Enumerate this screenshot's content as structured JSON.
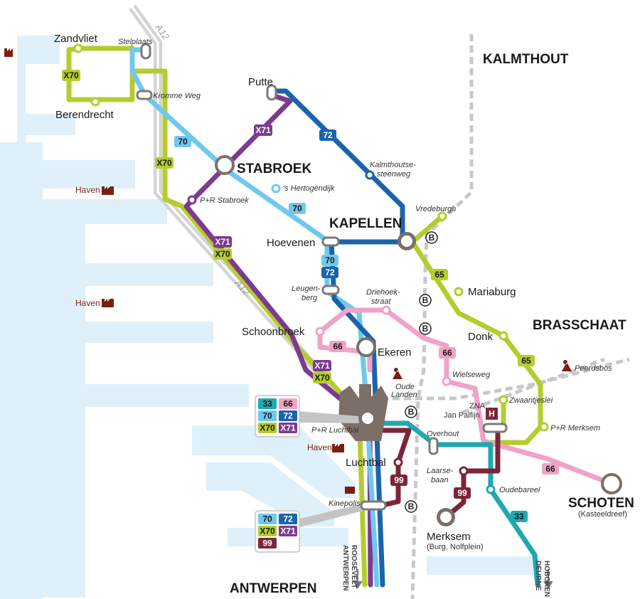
{
  "regions": {
    "kalmthout": "KALMTHOUT",
    "brasschaat": "BRASSCHAAT",
    "antwerpen": "ANTWERPEN"
  },
  "roads": {
    "a12_top": "A12",
    "a12_mid": "A12"
  },
  "haven": [
    "Haven",
    "Haven",
    "Haven"
  ],
  "stops": {
    "zandvliet": "Zandvliet",
    "berendrecht": "Berendrecht",
    "stelplaats": "Stelplaats",
    "kromme_weg": "Kromme Weg",
    "putte": "Putte",
    "stabroek": "STABROEK",
    "pr_stabroek": "P+R Stabroek",
    "hertogendijk": "'s Hertogendijk",
    "kalmthoutsesteenweg_1": "Kalmthoutse-",
    "kalmthoutsesteenweg_2": "steenweg",
    "kapellen": "KAPELLEN",
    "vredeburgh": "Vredeburgh",
    "hoevenen": "Hoevenen",
    "leugenberg_1": "Leugen-",
    "leugenberg_2": "berg",
    "driehoekstraat_1": "Driehoek-",
    "driehoekstraat_2": "straat",
    "mariaburg": "Mariaburg",
    "donk": "Donk",
    "schoonbroek": "Schoonbroek",
    "ekeren": "Ekeren",
    "peerdsbos": "Peerdsbos",
    "oude_landen_1": "Oude",
    "oude_landen_2": "Landen",
    "wielseweg": "Wielseweg",
    "zwaantjeslei": "Zwaantjeslei",
    "zna": "ZNA",
    "jan_palfijn": "Jan Palfijn",
    "pr_merksem": "P+R Merksem",
    "pr_luchtbal": "P+R Luchtbal",
    "haven_luchtbal": "Haven",
    "overhout": "Overhout",
    "luchtbal": "Luchtbal",
    "laarsebaan_1": "Laarse-",
    "laarsebaan_2": "baan",
    "oudebareel": "Oudebareel",
    "schoten": "SCHOTEN",
    "schoten_sub": "(Kasteeldreef)",
    "kinepolis": "Kinepolis",
    "merksem": "Merksem",
    "merksem_sub": "(Burg. Nolfplein)",
    "antwerpen_roosevelt_1": "ANTWERPEN",
    "antwerpen_roosevelt_2": "ROOSEVELT",
    "deurne_hoboken_1": "DEURNE",
    "deurne_hoboken_2": "HOBOKEN"
  },
  "lines": [
    {
      "id": "X70",
      "color": "#b5cc2e",
      "text": "#1a1a1a"
    },
    {
      "id": "X71",
      "color": "#7d3b8f",
      "text": "#ffffff"
    },
    {
      "id": "70",
      "color": "#6fc9ec",
      "text": "#1a1a1a"
    },
    {
      "id": "72",
      "color": "#1b64ab",
      "text": "#ffffff"
    },
    {
      "id": "65",
      "color": "#b5cc2e",
      "text": "#1a1a1a"
    },
    {
      "id": "66",
      "color": "#f0a2c8",
      "text": "#1a1a1a"
    },
    {
      "id": "33",
      "color": "#1fa8b0",
      "text": "#1a1a1a"
    },
    {
      "id": "99",
      "color": "#7b2539",
      "text": "#ffffff"
    }
  ],
  "route_badges": {
    "x70_zandvliet": "X70",
    "x70_a12": "X70",
    "x70_mid": "X70",
    "x70_low": "X70",
    "x71_stabroek": "X71",
    "x71_mid": "X71",
    "x71_low": "X71",
    "l70_kromme": "70",
    "l70_hertog": "70",
    "l70_hoevenen": "70",
    "l72_putte": "72",
    "l72_hoevenen": "72",
    "l65_kapellen": "65",
    "l65_brasschaat": "65",
    "l66_schoonbroek": "66",
    "l66_driehoek": "66",
    "l66_schoten": "66",
    "l99_luchtbal": "99",
    "l99_merksem": "99",
    "l33_oudebareel": "33"
  },
  "legend_luchtbal": [
    "33",
    "66",
    "70",
    "72",
    "X70",
    "X71"
  ],
  "legend_kinepolis": [
    "70",
    "72",
    "X70",
    "X71",
    "99"
  ],
  "symbols": {
    "rail": "B",
    "hospital": "H"
  },
  "colors": {
    "water": "#dff0fa",
    "rail": "#c8c8c8",
    "road": "#d4d4d4",
    "haven_icon": "#7a1e12",
    "hub": "#7b6f68"
  }
}
